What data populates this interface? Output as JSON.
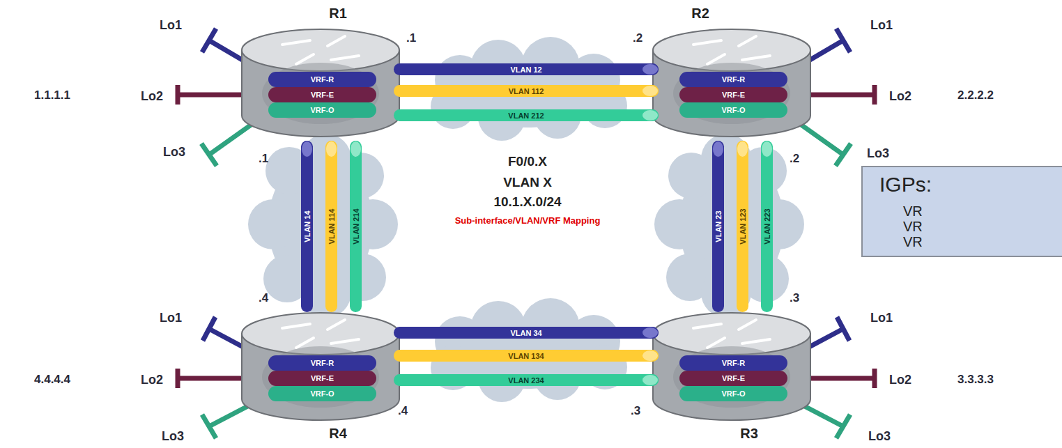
{
  "diagram": {
    "nodes": [
      {
        "text": [
          "R1"
        ]
      },
      {
        "text": [
          "VRF-R"
        ],
        "in": 0
      },
      {
        "text": [
          "VRF-E"
        ],
        "in": 0
      },
      {
        "text": [
          "VRF-O"
        ],
        "in": 0
      },
      {
        "text": [
          "R2"
        ]
      },
      {
        "text": [
          "VRF-R"
        ],
        "in": 4
      },
      {
        "text": [
          "VRF-E"
        ],
        "in": 4
      },
      {
        "text": [
          "VRF-O"
        ],
        "in": 4
      },
      {
        "text": [
          "VLAN 12"
        ]
      },
      {
        "text": [
          "VLAN 112"
        ]
      },
      {
        "text": [
          "VLAN 212"
        ]
      },
      {
        "text": [
          "VLAN 14"
        ]
      },
      {
        "text": [
          "VLAN 114"
        ]
      },
      {
        "text": [
          "VLAN 214"
        ]
      },
      {
        "text": [
          "VLAN 23"
        ]
      },
      {
        "text": [
          "VLAN 123"
        ]
      },
      {
        "text": [
          "VLAN 223"
        ]
      },
      {
        "text": [
          "IGPs:",
          "VR",
          "VR",
          "VR"
        ]
      },
      {
        "text": [
          "R4"
        ]
      },
      {
        "text": [
          "VRF-R"
        ],
        "in": 18
      },
      {
        "text": [
          "VRF-E"
        ],
        "in": 18
      },
      {
        "text": [
          "VRF-O"
        ],
        "in": 18
      },
      {
        "text": [
          "R3"
        ]
      },
      {
        "text": [
          "VRF-R"
        ],
        "in": 22
      },
      {
        "text": [
          "VRF-E"
        ],
        "in": 22
      },
      {
        "text": [
          "VRF-O"
        ],
        "in": 22
      },
      {
        "text": [
          "VLAN 34"
        ]
      },
      {
        "text": [
          "VLAN 134"
        ]
      },
      {
        "text": [
          "VLAN 234"
        ]
      }
    ],
    "labels": [
      "Lo1",
      "Lo2",
      "Lo3",
      "1.1.1.1",
      ".1",
      ".2",
      "Lo1",
      "Lo2",
      "Lo3",
      "2.2.2.2",
      ".1",
      ".2",
      "F0/0.X",
      "VLAN X",
      "10.1.X.0/24",
      "Sub-interface/VLAN/VRF Mapping",
      ".4",
      ".3",
      "Lo1",
      "Lo2",
      "Lo3",
      "4.4.4.4",
      "Lo1",
      "Lo2",
      "Lo3",
      "3.3.3.3",
      ".4",
      ".3"
    ]
  }
}
